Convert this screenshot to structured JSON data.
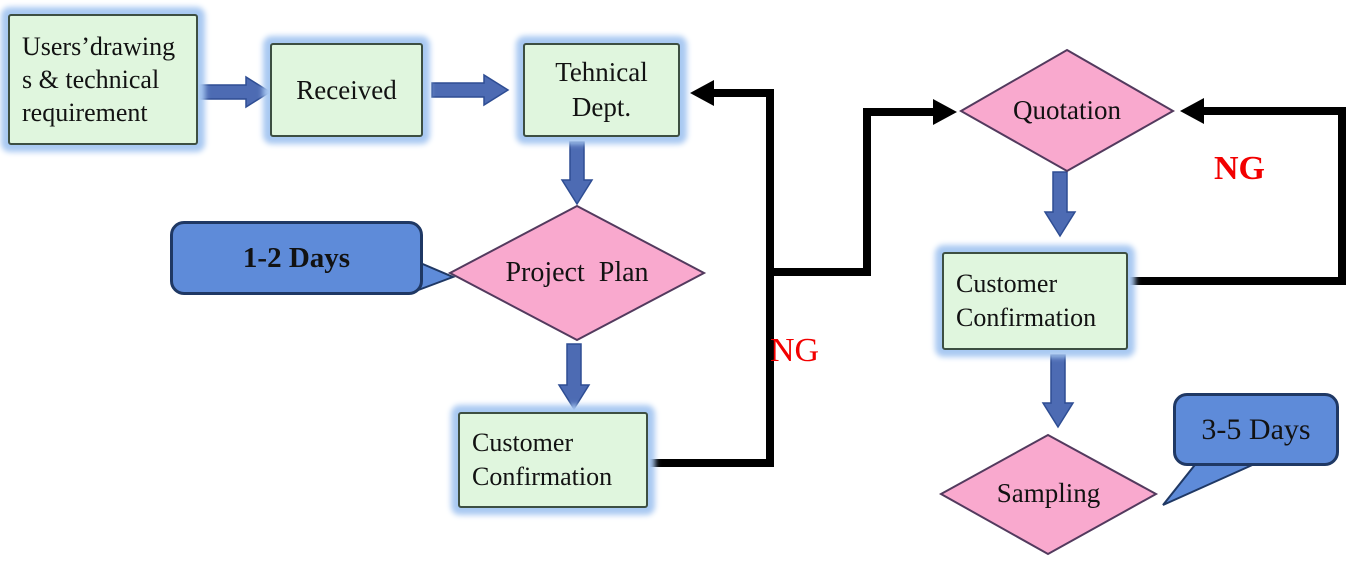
{
  "colors": {
    "node_fill": "#e0f6de",
    "node_border": "#3d4f42",
    "node_glow": "#a9c9f2",
    "diamond_fill": "#f9a9ce",
    "diamond_border": "#533a5e",
    "arrow_fill": "#4d6bb3",
    "arrow_border": "#2e4d93",
    "callout_fill": "#5e8bd9",
    "callout_border": "#1f3864",
    "line": "#000000",
    "ng_red": "#f20000"
  },
  "nodes": {
    "users_drawings": {
      "line1": "Users’drawing",
      "line2": "s & technical",
      "line3": "requirement"
    },
    "received": {
      "label": "Received"
    },
    "technical_dept": {
      "line1": "Tehnical",
      "line2": "Dept."
    },
    "project_plan": {
      "label": "Project  Plan"
    },
    "customer_confirmation_left": {
      "line1": "Customer",
      "line2": "Confirmation"
    },
    "quotation": {
      "label": "Quotation"
    },
    "customer_confirmation_right": {
      "line1": "Customer",
      "line2": "Confirmation"
    },
    "sampling": {
      "label": "Sampling"
    }
  },
  "callouts": {
    "plan_duration": {
      "label": "1-2 Days"
    },
    "sampling_duration": {
      "label": "3-5 Days"
    }
  },
  "labels": {
    "ng_left": "NG",
    "ng_right": "NG"
  }
}
